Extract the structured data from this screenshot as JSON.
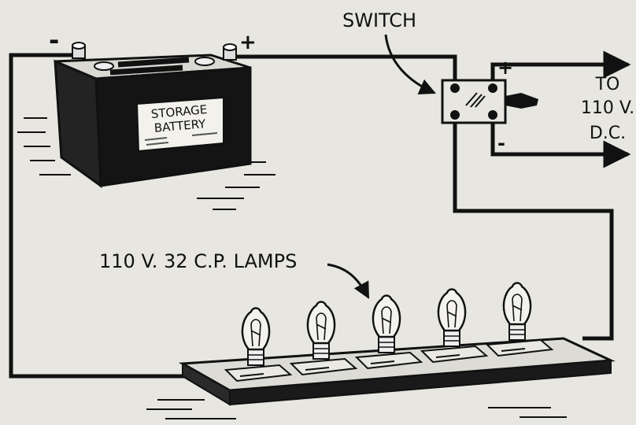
{
  "labels": {
    "switch": "SWITCH",
    "lamps": "110 V. 32 C.P. LAMPS",
    "to_line1": "TO",
    "to_line2": "110 V.",
    "to_line3": "D.C.",
    "battery_line1": "STORAGE",
    "battery_line2": "BATTERY",
    "battery_minus": "-",
    "battery_plus": "+",
    "supply_plus": "+",
    "supply_minus": "-"
  },
  "lamp_count": 5,
  "colors": {
    "paper": "#e7e6e0",
    "ink": "#111111"
  }
}
